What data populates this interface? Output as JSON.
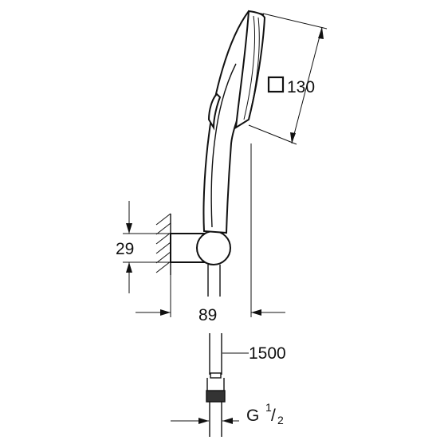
{
  "dimensions": {
    "head_size": {
      "symbol": "□",
      "value": "130"
    },
    "holder_height": {
      "value": "29"
    },
    "projection": {
      "value": "89"
    },
    "hose_length": {
      "value": "1500"
    },
    "thread": {
      "prefix": "G",
      "numerator": "1",
      "slash": "/",
      "denominator": "2"
    }
  }
}
